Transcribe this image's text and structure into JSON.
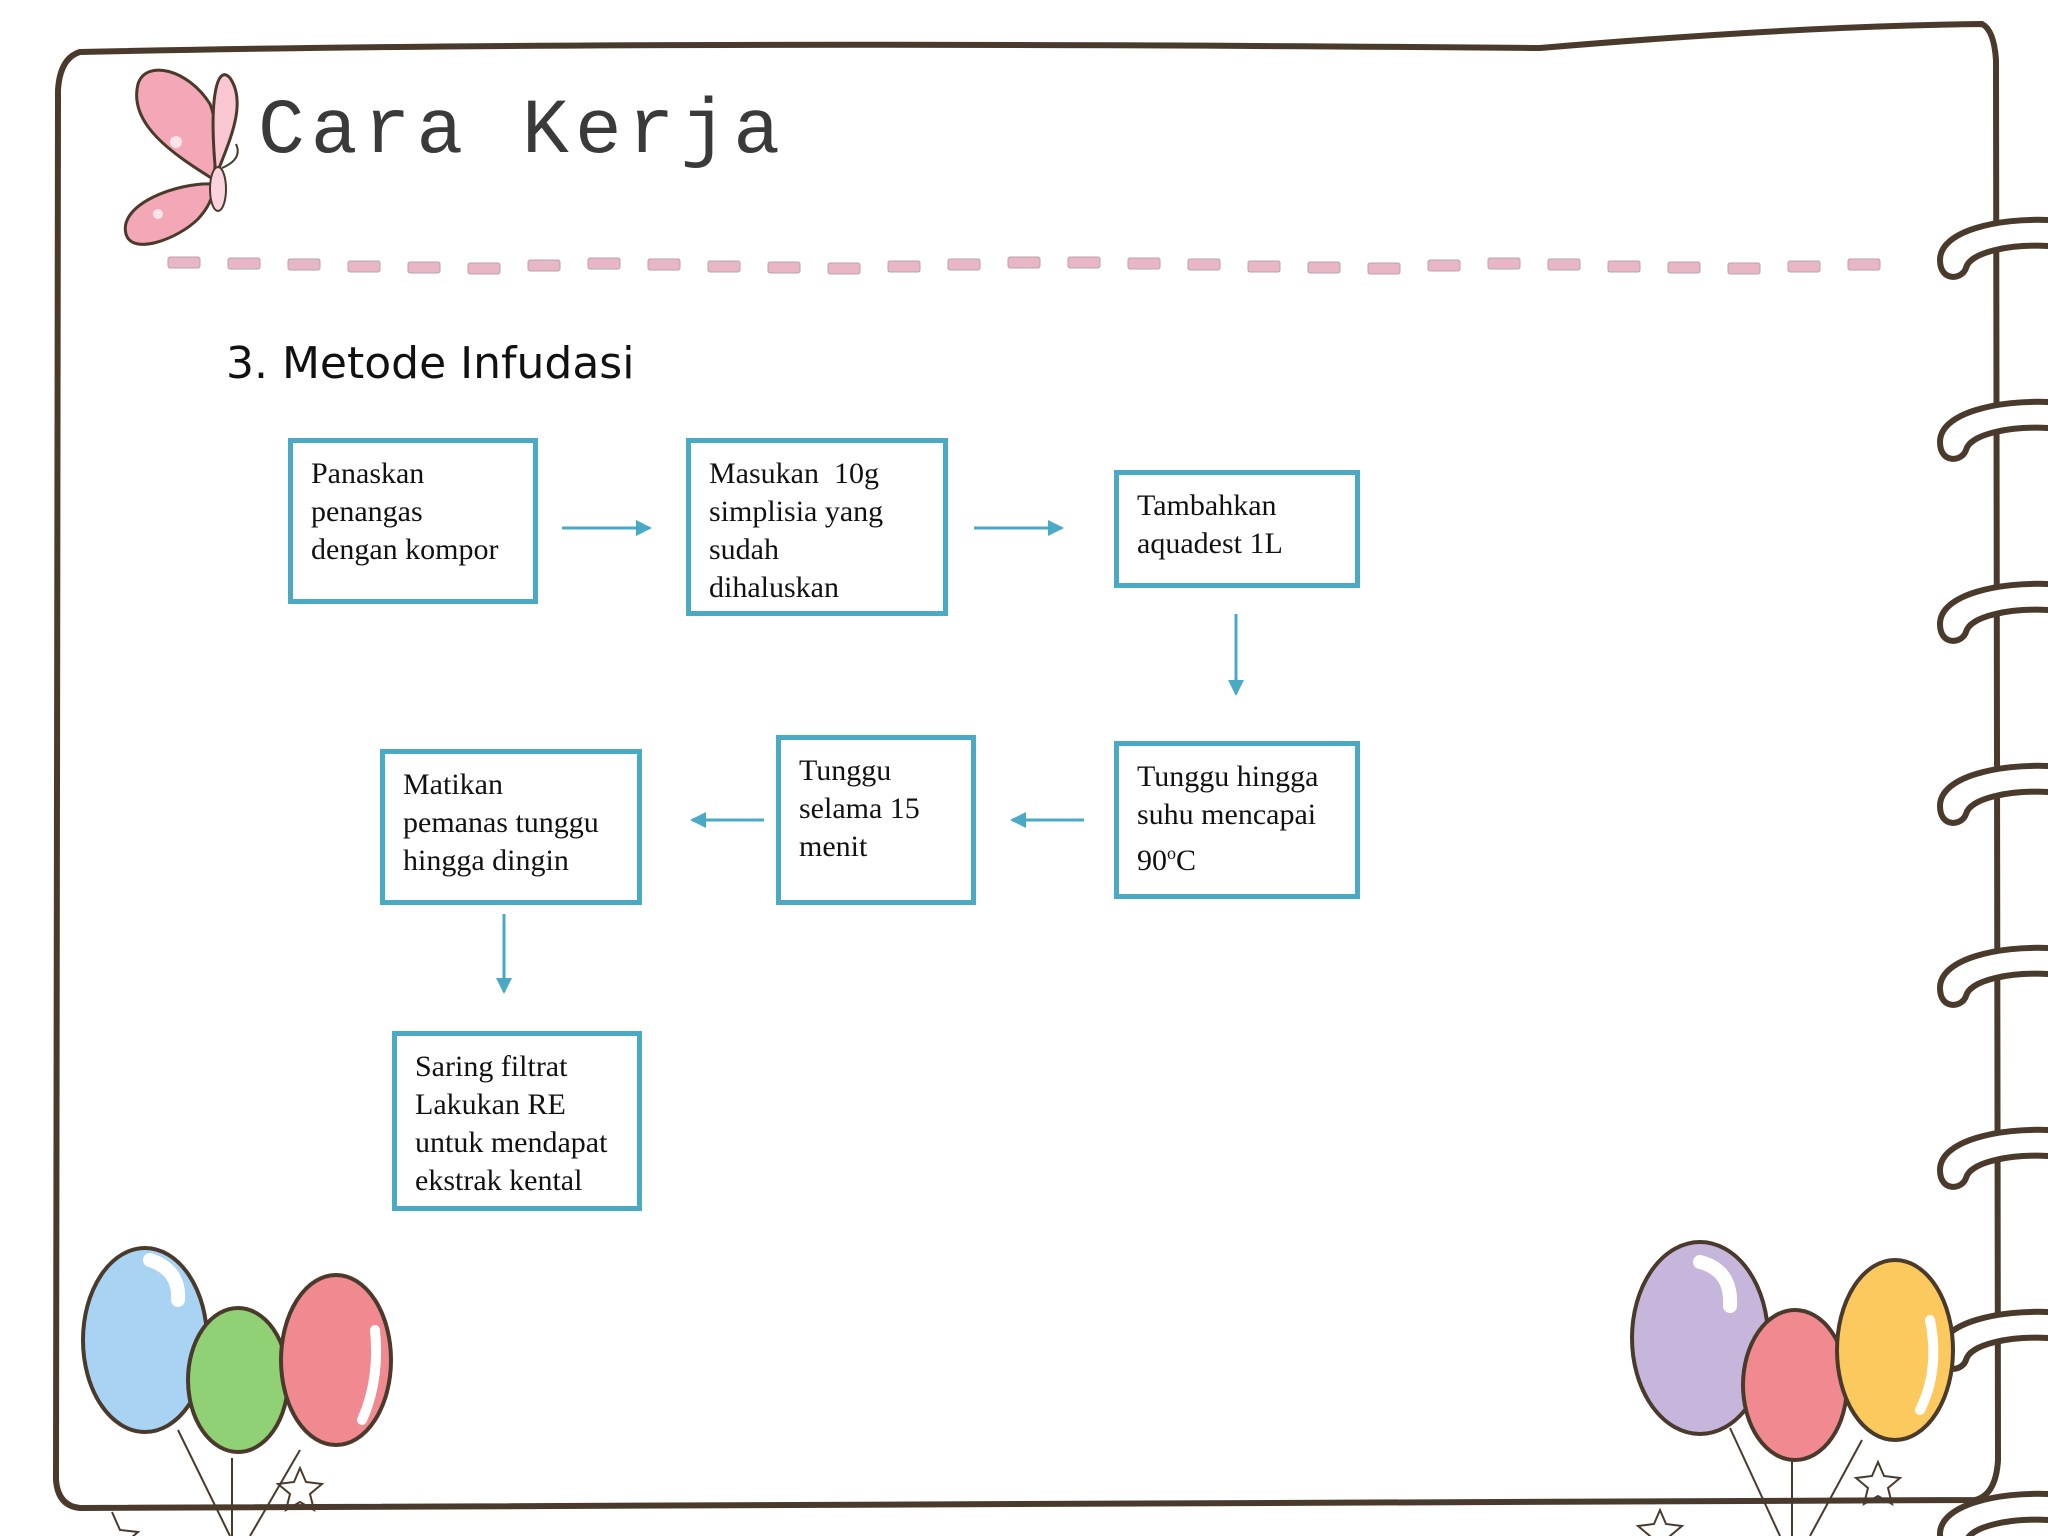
{
  "slide": {
    "title": "Cara Kerja",
    "subtitle": "3. Metode Infudasi"
  },
  "colors": {
    "box_border": "#4aaac4",
    "arrow": "#4aaac4",
    "dash": "#e8b6c4",
    "frame": "#4a3a2c"
  },
  "decor_icons": [
    "butterfly-icon",
    "balloon-icon",
    "star-icon",
    "spiral-ring-icon"
  ],
  "flow": {
    "step1": [
      "Panaskan",
      "penangas",
      "dengan kompor"
    ],
    "step2": [
      "Masukan  10g",
      "simplisia yang",
      "sudah",
      "dihaluskan"
    ],
    "step3": [
      "Tambahkan",
      "aquadest 1L"
    ],
    "step4": [
      "Tunggu hingga",
      "suhu mencapai",
      "90",
      "o",
      "C"
    ],
    "step5": [
      "Tunggu",
      "selama 15",
      "menit"
    ],
    "step6": [
      "Matikan",
      "pemanas tunggu",
      "hingga dingin"
    ],
    "step7": [
      "Saring filtrat",
      "Lakukan RE",
      "untuk mendapat",
      "ekstrak kental"
    ]
  }
}
